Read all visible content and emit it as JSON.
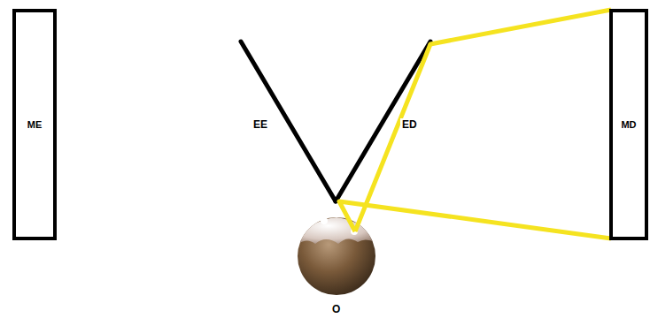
{
  "diagram": {
    "nodes": [
      {
        "text": [
          "ME"
        ]
      },
      {
        "text": [
          "MD"
        ]
      }
    ],
    "labels": [
      "EE",
      "ED",
      "O"
    ]
  }
}
